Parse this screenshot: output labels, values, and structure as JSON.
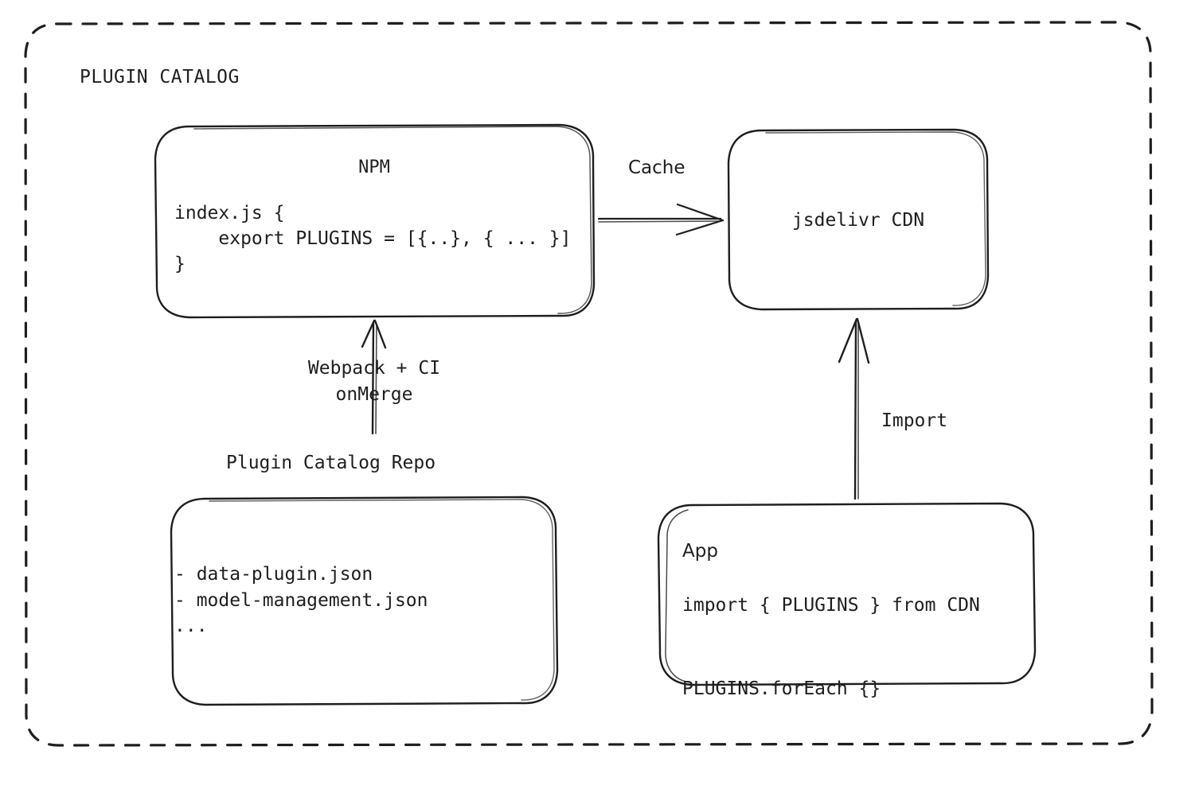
{
  "diagram": {
    "group": {
      "title": "PLUGIN CATALOG",
      "border_style": "dashed",
      "stroke_color": "#1e1e1e",
      "background": "#ffffff"
    },
    "nodes": {
      "npm": {
        "title": "NPM",
        "code": "index.js {\n    export PLUGINS = [{..}, { ... }]\n}"
      },
      "cdn": {
        "title": "jsdelivr CDN"
      },
      "repo": {
        "caption": "Plugin Catalog Repo",
        "list": "- data-plugin.json\n- model-management.json\n..."
      },
      "app": {
        "title": "App",
        "code": "import { PLUGINS } from CDN\n\nPLUGINS.forEach {}"
      }
    },
    "edges": {
      "npm_to_cdn": {
        "label": "Cache",
        "direction": "right"
      },
      "repo_to_npm": {
        "label": "Webpack + CI\nonMerge",
        "direction": "up"
      },
      "cdn_to_app": {
        "label": "Import",
        "direction": "up"
      }
    }
  }
}
